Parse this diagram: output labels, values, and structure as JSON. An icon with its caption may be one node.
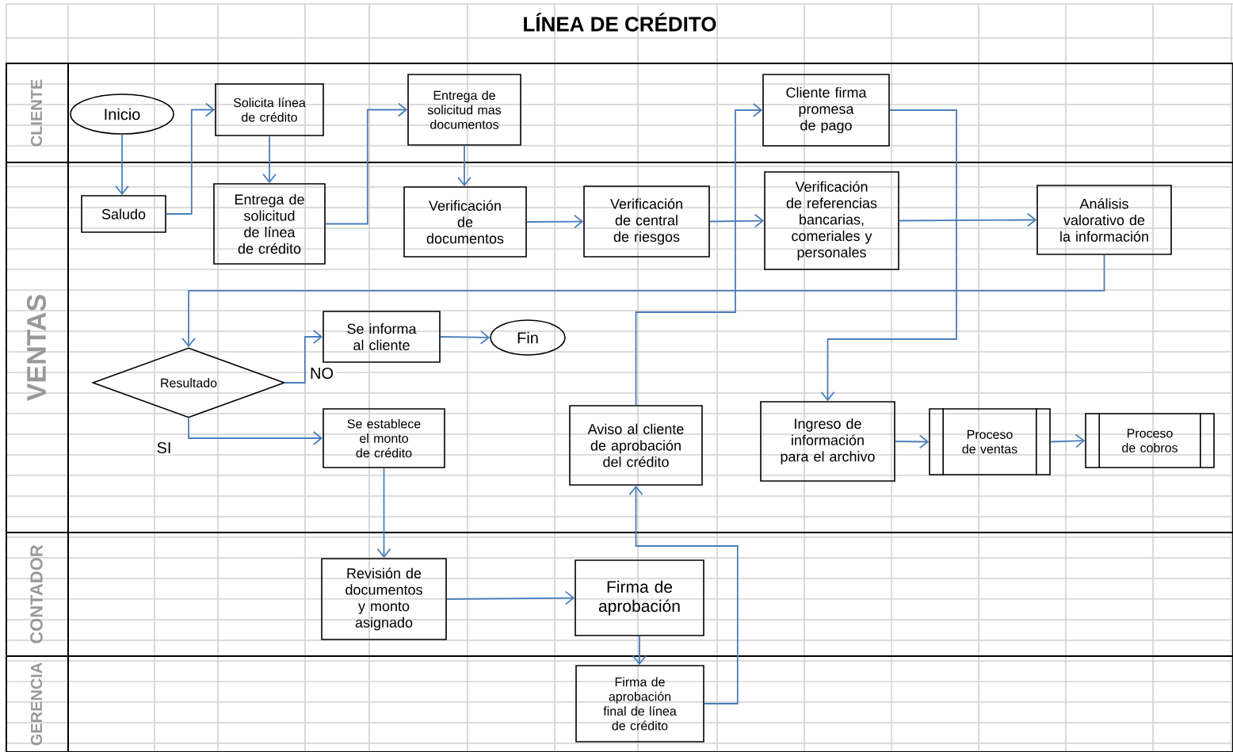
{
  "diagram": {
    "title": "LÍNEA DE CRÉDITO",
    "nodes": [
      {
        "text": [
          "CLIENTE"
        ]
      },
      {
        "text": [
          "VENTAS"
        ]
      },
      {
        "text": [
          "CONTADOR"
        ]
      },
      {
        "text": [
          "GERENCIA"
        ]
      },
      {
        "text": [
          "Inicio"
        ],
        "in": 0
      },
      {
        "text": [
          "Solicita línea de crédito"
        ],
        "in": 0
      },
      {
        "text": [
          "Entrega de solicitud mas documentos"
        ],
        "in": 0
      },
      {
        "text": [
          "Cliente firma promesa de pago"
        ],
        "in": 0
      },
      {
        "text": [
          "Saludo"
        ],
        "in": 1
      },
      {
        "text": [
          "Entrega de solicitud de línea de crédito"
        ],
        "in": 1
      },
      {
        "text": [
          "Verificación de documentos"
        ],
        "in": 1
      },
      {
        "text": [
          "Verificación de central de riesgos"
        ],
        "in": 1
      },
      {
        "text": [
          "Verificación de referencias bancarias, comeriales y personales"
        ],
        "in": 1
      },
      {
        "text": [
          "Análisis valorativo de la información"
        ],
        "in": 1
      },
      {
        "text": [
          "Resultado"
        ],
        "in": 1
      },
      {
        "text": [
          "Se informa al cliente"
        ],
        "in": 1
      },
      {
        "text": [
          "Fin"
        ],
        "in": 1
      },
      {
        "text": [
          "Se establece el monto de crédito"
        ],
        "in": 1
      },
      {
        "text": [
          "Aviso al cliente de aprobación del crédito"
        ],
        "in": 1
      },
      {
        "text": [
          "Ingreso de información para el archivo"
        ],
        "in": 1
      },
      {
        "text": [
          "Proceso de ventas"
        ],
        "in": 1
      },
      {
        "text": [
          "Proceso de cobros"
        ],
        "in": 1
      },
      {
        "text": [
          "Revisión de documentos y monto asignado"
        ],
        "in": 2
      },
      {
        "text": [
          "Firma de aprobación"
        ],
        "in": 2
      },
      {
        "text": [
          "Firma de aprobación final de línea de crédito"
        ],
        "in": 3
      }
    ],
    "edges": [
      {
        "from": 4,
        "to": 8,
        "arrow": "to"
      },
      {
        "from": 8,
        "to": 5,
        "arrow": "to"
      },
      {
        "from": 5,
        "to": 9,
        "arrow": "to"
      },
      {
        "from": 9,
        "to": 6,
        "arrow": "to"
      },
      {
        "from": 6,
        "to": 10,
        "arrow": "to"
      },
      {
        "from": 10,
        "to": 11,
        "arrow": "to"
      },
      {
        "from": 11,
        "to": 12,
        "arrow": "to"
      },
      {
        "from": 12,
        "to": 13,
        "arrow": "to"
      },
      {
        "from": 13,
        "to": 14,
        "arrow": "to"
      },
      {
        "from": 14,
        "to": 15,
        "arrow": "to",
        "label": "NO"
      },
      {
        "from": 15,
        "to": 16,
        "arrow": "to"
      },
      {
        "from": 14,
        "to": 17,
        "arrow": "to",
        "label": "SI"
      },
      {
        "from": 17,
        "to": 22,
        "arrow": "to"
      },
      {
        "from": 22,
        "to": 23,
        "arrow": "to"
      },
      {
        "from": 23,
        "to": 24,
        "arrow": "to"
      },
      {
        "from": 24,
        "to": 18,
        "arrow": "to"
      },
      {
        "from": 18,
        "to": 7,
        "arrow": "to"
      },
      {
        "from": 7,
        "to": 19,
        "arrow": "to"
      },
      {
        "from": 19,
        "to": 20,
        "arrow": "to"
      },
      {
        "from": 20,
        "to": 21,
        "arrow": "to"
      }
    ]
  }
}
